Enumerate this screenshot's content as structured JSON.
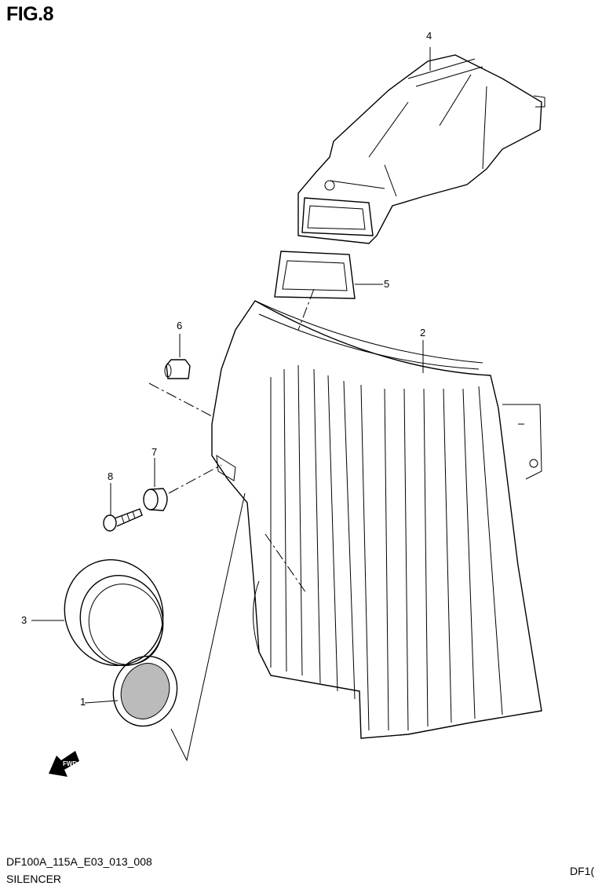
{
  "figure_title": "FIG.8",
  "callouts": [
    "1",
    "2",
    "3",
    "4",
    "5",
    "6",
    "7",
    "8"
  ],
  "fwd_icon": {
    "name": "fwd-arrow-icon",
    "text": "FWD"
  },
  "footer": {
    "code": "DF100A_115A_E03_013_008",
    "name": "SILENCER",
    "right_text": "DF1("
  }
}
